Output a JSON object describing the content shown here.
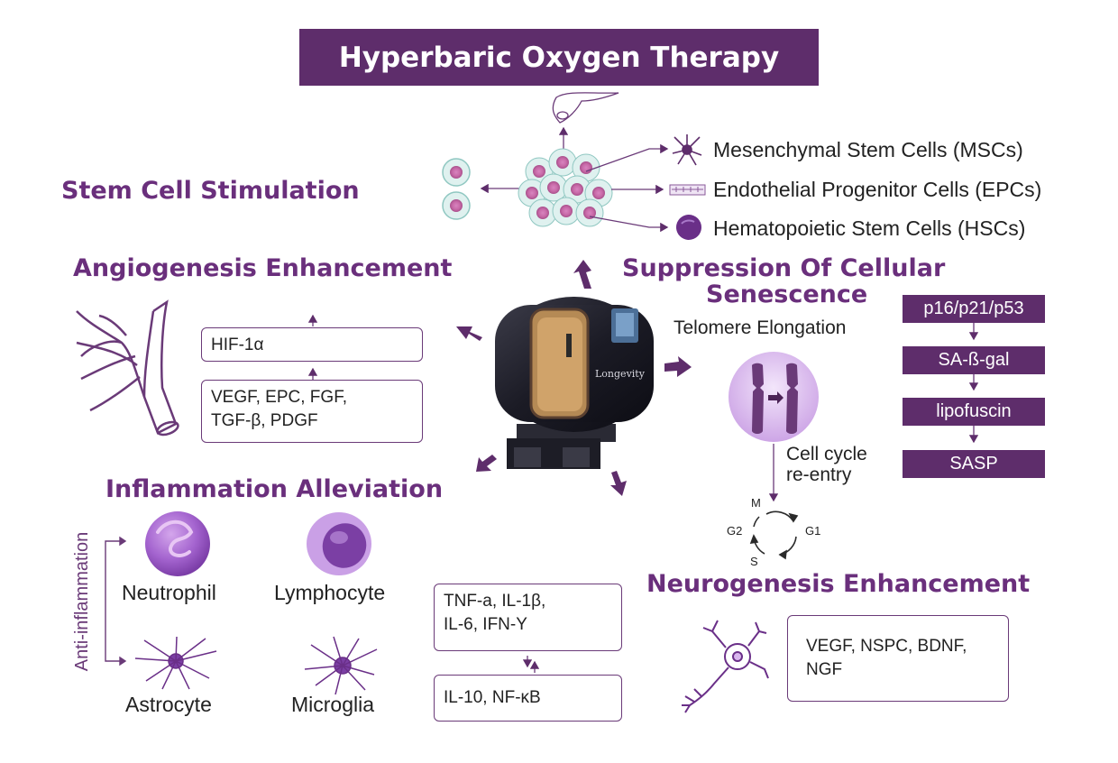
{
  "title": "Hyperbaric Oxygen Therapy",
  "sections": {
    "stem_cell": {
      "title": "Stem Cell Stimulation",
      "items": [
        "Mesenchymal Stem Cells (MSCs)",
        "Endothelial Progenitor Cells (EPCs)",
        "Hematopoietic Stem Cells (HSCs)"
      ]
    },
    "angiogenesis": {
      "title": "Angiogenesis Enhancement",
      "box_top": "HIF-1α",
      "box_bottom_line1": "VEGF, EPC, FGF,",
      "box_bottom_line2": "TGF-β, PDGF"
    },
    "senescence": {
      "title_line1": "Suppression Of Cellular",
      "title_line2": "Senescence",
      "telomere": "Telomere Elongation",
      "cell_cycle_line1": "Cell cycle",
      "cell_cycle_line2": "re-entry",
      "phases": {
        "m": "M",
        "g1": "G1",
        "g2": "G2",
        "s": "S"
      },
      "markers": [
        "p16/p21/p53",
        "SA-ß-gal",
        "lipofuscin",
        "SASP"
      ]
    },
    "inflammation": {
      "title": "Inflammation Alleviation",
      "side_label": "Anti-inflammation",
      "cells": [
        "Neutrophil",
        "Lymphocyte",
        "Astrocyte",
        "Microglia"
      ],
      "box_top_line1": "TNF-a, IL-1β,",
      "box_top_line2": "IL-6, IFN-Y",
      "box_bottom": "IL-10, NF-κB"
    },
    "neurogenesis": {
      "title": "Neurogenesis Enhancement",
      "box_line1": "VEGF, NSPC, BDNF,",
      "box_line2": "NGF"
    }
  },
  "device": {
    "brand": "Longevity"
  },
  "colors": {
    "primary": "#5e2d6b",
    "title_text": "#6a2f7c",
    "cell_pink": "#c86aa8",
    "cell_teal": "#dff1ef",
    "violet": "#b47fd6"
  },
  "icons": [
    "mesenchymal-cell-icon",
    "endothelial-cell-icon",
    "hematopoietic-cell-icon",
    "blood-vessel-icon",
    "neuron-icon",
    "astrocyte-icon",
    "microglia-icon",
    "neutrophil-icon",
    "lymphocyte-icon",
    "chromosome-icon",
    "cell-cycle-icon",
    "hbot-chamber"
  ]
}
